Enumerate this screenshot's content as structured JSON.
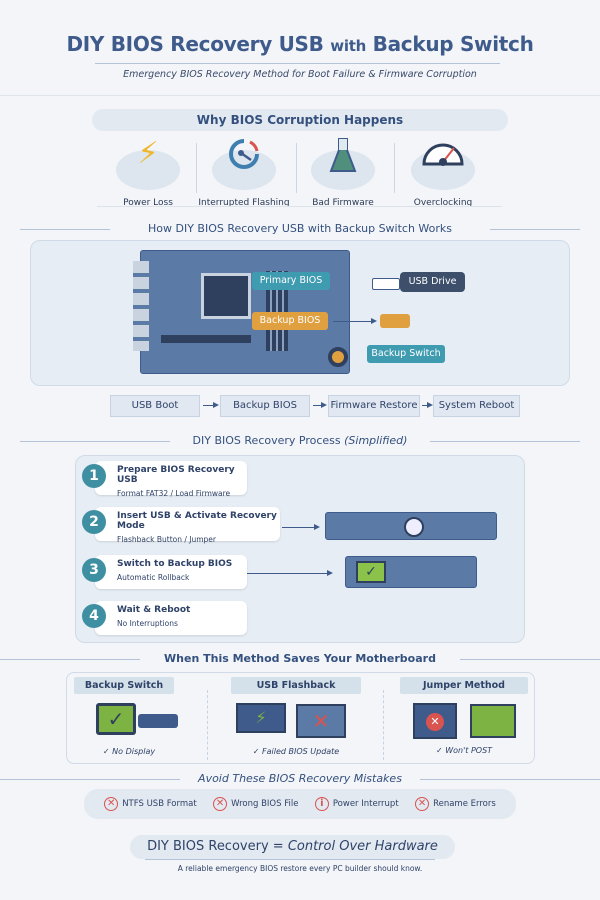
{
  "header": {
    "title_a": "DIY BIOS Recovery USB",
    "title_b": "with",
    "title_c": "Backup Switch",
    "subtitle": "Emergency BIOS Recovery Method for Boot Failure & Firmware Corruption"
  },
  "causes": {
    "heading": "Why BIOS Corruption Happens",
    "items": [
      {
        "label": "Power Loss",
        "icon": "lightning-icon"
      },
      {
        "label": "Interrupted Flashing",
        "icon": "interrupted-progress-icon"
      },
      {
        "label": "Bad Firmware",
        "icon": "flask-icon"
      },
      {
        "label": "Overclocking",
        "icon": "gauge-icon"
      }
    ]
  },
  "how": {
    "heading": "How DIY BIOS Recovery USB with Backup Switch Works",
    "labels": {
      "primary": "Primary BIOS",
      "backup": "Backup BIOS",
      "usb": "USB Drive",
      "switch": "Backup Switch"
    },
    "flow": [
      "USB Boot",
      "Backup BIOS",
      "Firmware Restore",
      "System Reboot"
    ]
  },
  "process": {
    "heading": "DIY BIOS Recovery Process",
    "heading_note": "(Simplified)",
    "steps": [
      {
        "num": "1",
        "title": "Prepare BIOS Recovery USB",
        "desc": "Format FAT32 / Load Firmware"
      },
      {
        "num": "2",
        "title": "Insert USB & Activate Recovery Mode",
        "desc": "Flashback Button / Jumper"
      },
      {
        "num": "3",
        "title": "Switch to Backup BIOS",
        "desc": "Automatic Rollback"
      },
      {
        "num": "4",
        "title": "Wait & Reboot",
        "desc": "No Interruptions"
      }
    ]
  },
  "saves": {
    "heading": "When This Method Saves Your Motherboard",
    "columns": [
      {
        "title": "Backup Switch",
        "caption": "✓ No Display"
      },
      {
        "title": "USB Flashback",
        "caption": "✓ Failed BIOS Update"
      },
      {
        "title": "Jumper Method",
        "caption": "✓ Won't POST"
      }
    ]
  },
  "mistakes": {
    "heading": "Avoid These BIOS Recovery Mistakes",
    "items": [
      {
        "label": "NTFS USB Format",
        "icon": "x-circle-icon"
      },
      {
        "label": "Wrong BIOS File",
        "icon": "x-circle-icon"
      },
      {
        "label": "Power Interrupt",
        "icon": "info-circle-icon"
      },
      {
        "label": "Rename Errors",
        "icon": "x-circle-icon"
      }
    ]
  },
  "footer": {
    "title_a": "DIY BIOS Recovery =",
    "title_b": "Control Over Hardware",
    "tagline": "A reliable emergency BIOS restore every PC builder should know."
  },
  "colors": {
    "navy": "#3f5b8c",
    "teal": "#3e8fa2",
    "orange": "#e0a040",
    "red": "#d9534f",
    "green": "#7cb342"
  }
}
